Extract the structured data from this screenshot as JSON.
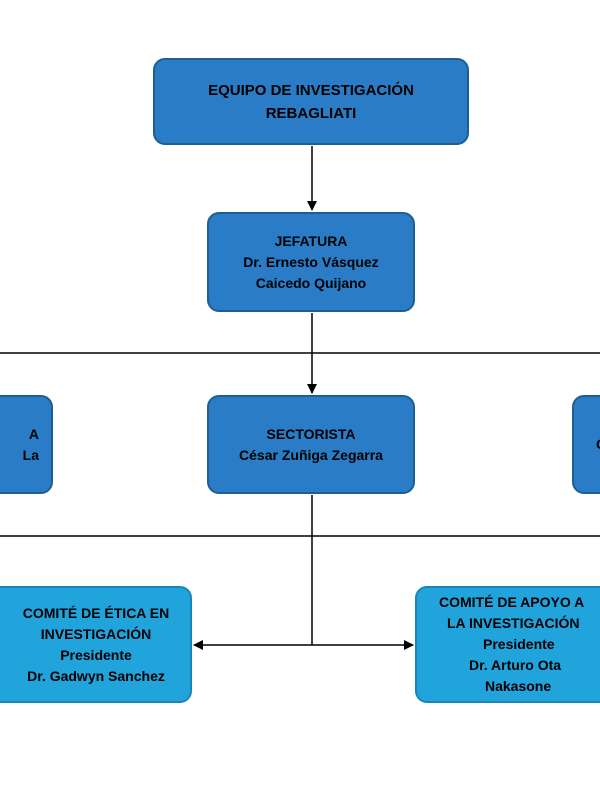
{
  "diagram": {
    "type": "org-chart",
    "colors": {
      "box_dark": "#2a7cc7",
      "box_light": "#21a3dc",
      "border": "#1d5f93",
      "connector": "#000000"
    },
    "nodes": {
      "root": {
        "lines": [
          "EQUIPO DE INVESTIGACIÓN",
          "REBAGLIATI"
        ]
      },
      "jefatura": {
        "lines": [
          "JEFATURA",
          "Dr. Ernesto Vásquez",
          "Caicedo Quijano"
        ]
      },
      "left_partial": {
        "lines": [
          "A",
          "La"
        ]
      },
      "sectorista": {
        "lines": [
          "SECTORISTA",
          "César Zuñiga Zegarra"
        ]
      },
      "right_partial": {
        "lines": [
          "C"
        ]
      },
      "comite_etica": {
        "lines": [
          "COMITÉ DE ÉTICA EN",
          "INVESTIGACIÓN",
          "Presidente",
          "Dr. Gadwyn Sanchez"
        ]
      },
      "comite_apoyo": {
        "lines": [
          "COMITÉ DE APOYO A",
          "LA INVESTIGACIÓN",
          "Presidente",
          "Dr. Arturo Ota",
          "Nakasone"
        ]
      }
    },
    "edges": [
      {
        "from": "root",
        "to": "jefatura"
      },
      {
        "from": "jefatura",
        "to": "sectorista"
      },
      {
        "from": "jefatura",
        "to": "left_partial"
      },
      {
        "from": "jefatura",
        "to": "right_partial"
      },
      {
        "from": "sectorista",
        "to": "comite_etica"
      },
      {
        "from": "sectorista",
        "to": "comite_apoyo"
      }
    ]
  }
}
